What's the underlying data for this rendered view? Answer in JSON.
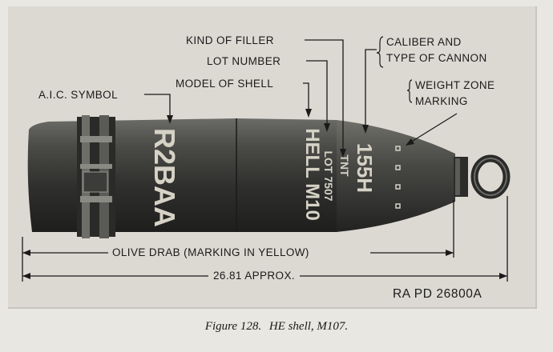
{
  "labels": {
    "kind_of_filler": "KIND OF FILLER",
    "lot_number": "LOT NUMBER",
    "model_of_shell": "MODEL OF SHELL",
    "aic_symbol": "A.I.C. SYMBOL",
    "caliber_line1": "CALIBER AND",
    "caliber_line2": "TYPE OF CANNON",
    "weight_zone_line1": "WEIGHT ZONE",
    "weight_zone_line2": "MARKING",
    "olive_drab": "OLIVE DRAB (MARKING IN YELLOW)",
    "length": "26.81 APPROX.",
    "reference": "RA PD  26800A"
  },
  "shell_markings": {
    "aic": "R2BAA",
    "model": "HELL M10",
    "lot": "LOT 7507",
    "filler": "TNT",
    "caliber": "155H"
  },
  "caption": {
    "figure": "Figure 128.",
    "title": "HE shell, M107."
  },
  "colors": {
    "shell_body": "#3d3d3b",
    "marking": "#d6d2c6",
    "paper": "#dcd9d2"
  }
}
